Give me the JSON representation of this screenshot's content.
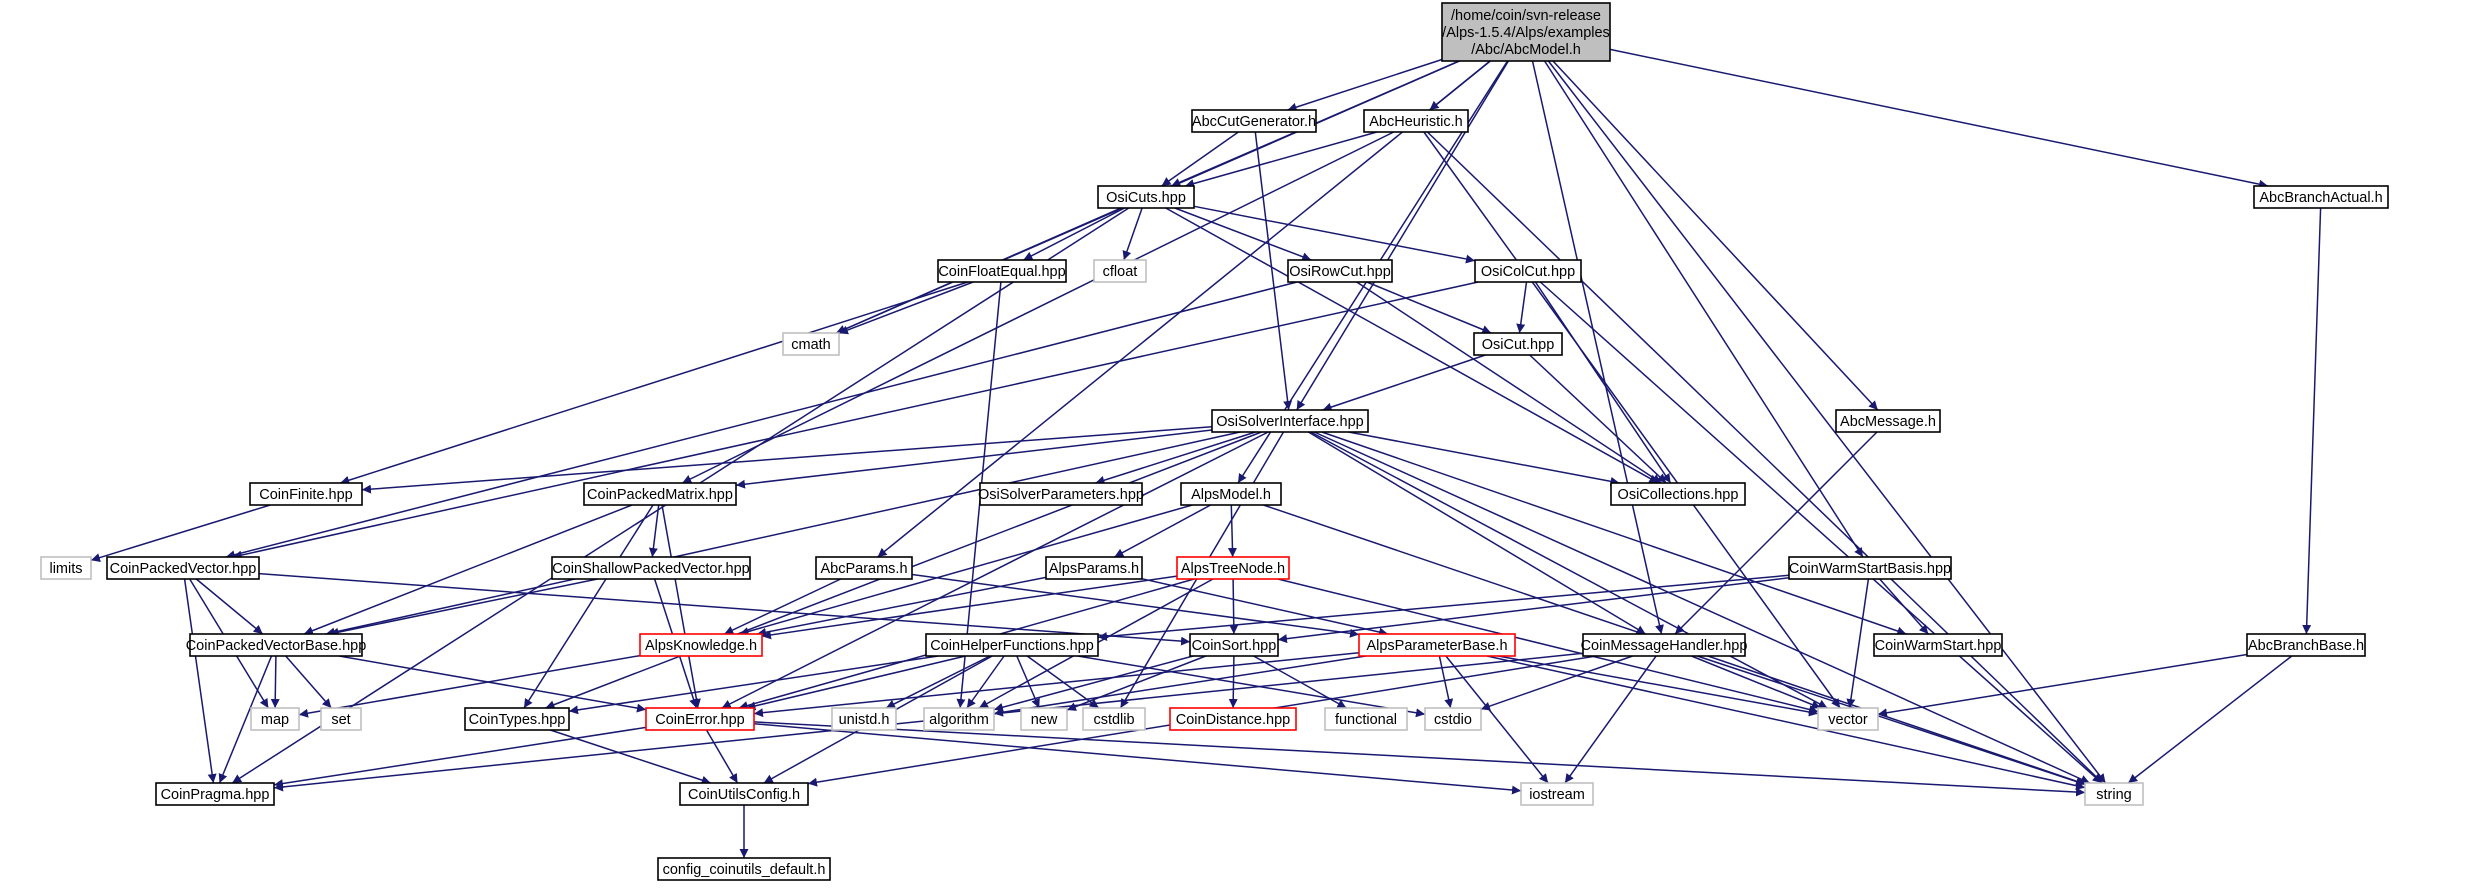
{
  "colors": {
    "edge": "#191970",
    "root_fill": "#bfbfbf",
    "node_border": "#000000",
    "system_border": "#bfbfbf",
    "truncated_border": "#ff0000"
  },
  "nodes": [
    {
      "id": "abcmodel",
      "lines": [
        "/home/coin/svn-release",
        "/Alps-1.5.4/Alps/examples",
        "/Abc/AbcModel.h"
      ],
      "type": "root"
    },
    {
      "id": "abccutgenerator",
      "lines": [
        "AbcCutGenerator.h"
      ],
      "type": "normal"
    },
    {
      "id": "abcheuristic",
      "lines": [
        "AbcHeuristic.h"
      ],
      "type": "normal"
    },
    {
      "id": "abcbranchactual",
      "lines": [
        "AbcBranchActual.h"
      ],
      "type": "normal"
    },
    {
      "id": "osicuts",
      "lines": [
        "OsiCuts.hpp"
      ],
      "type": "normal"
    },
    {
      "id": "coinfloatequal",
      "lines": [
        "CoinFloatEqual.hpp"
      ],
      "type": "normal"
    },
    {
      "id": "cfloat",
      "lines": [
        "cfloat"
      ],
      "type": "system"
    },
    {
      "id": "osirowcut",
      "lines": [
        "OsiRowCut.hpp"
      ],
      "type": "normal"
    },
    {
      "id": "osicolcut",
      "lines": [
        "OsiColCut.hpp"
      ],
      "type": "normal"
    },
    {
      "id": "cmath",
      "lines": [
        "cmath"
      ],
      "type": "system"
    },
    {
      "id": "osicut",
      "lines": [
        "OsiCut.hpp"
      ],
      "type": "normal"
    },
    {
      "id": "osisolverinterface",
      "lines": [
        "OsiSolverInterface.hpp"
      ],
      "type": "normal"
    },
    {
      "id": "abcmessage",
      "lines": [
        "AbcMessage.h"
      ],
      "type": "normal"
    },
    {
      "id": "coinfinite",
      "lines": [
        "CoinFinite.hpp"
      ],
      "type": "normal"
    },
    {
      "id": "coinpackedmatrix",
      "lines": [
        "CoinPackedMatrix.hpp"
      ],
      "type": "normal"
    },
    {
      "id": "osisolverparameters",
      "lines": [
        "OsiSolverParameters.hpp"
      ],
      "type": "normal"
    },
    {
      "id": "alpsmodel",
      "lines": [
        "AlpsModel.h"
      ],
      "type": "normal"
    },
    {
      "id": "osicollections",
      "lines": [
        "OsiCollections.hpp"
      ],
      "type": "normal"
    },
    {
      "id": "limits",
      "lines": [
        "limits"
      ],
      "type": "system"
    },
    {
      "id": "coinpackedvector",
      "lines": [
        "CoinPackedVector.hpp"
      ],
      "type": "normal"
    },
    {
      "id": "coinshallowpackedvector",
      "lines": [
        "CoinShallowPackedVector.hpp"
      ],
      "type": "normal"
    },
    {
      "id": "abcparams",
      "lines": [
        "AbcParams.h"
      ],
      "type": "normal"
    },
    {
      "id": "alpsparams",
      "lines": [
        "AlpsParams.h"
      ],
      "type": "normal"
    },
    {
      "id": "alpstreenode",
      "lines": [
        "AlpsTreeNode.h"
      ],
      "type": "truncated"
    },
    {
      "id": "coinwarmstartbasis",
      "lines": [
        "CoinWarmStartBasis.hpp"
      ],
      "type": "normal"
    },
    {
      "id": "coinpackedvectorbase",
      "lines": [
        "CoinPackedVectorBase.hpp"
      ],
      "type": "normal"
    },
    {
      "id": "alpsknowledge",
      "lines": [
        "AlpsKnowledge.h"
      ],
      "type": "truncated"
    },
    {
      "id": "coinhelperfunctions",
      "lines": [
        "CoinHelperFunctions.hpp"
      ],
      "type": "normal"
    },
    {
      "id": "coinsort",
      "lines": [
        "CoinSort.hpp"
      ],
      "type": "normal"
    },
    {
      "id": "alpsparameterbase",
      "lines": [
        "AlpsParameterBase.h"
      ],
      "type": "truncated"
    },
    {
      "id": "coinmessagehandler",
      "lines": [
        "CoinMessageHandler.hpp"
      ],
      "type": "normal"
    },
    {
      "id": "coinwarmstart",
      "lines": [
        "CoinWarmStart.hpp"
      ],
      "type": "normal"
    },
    {
      "id": "abcbranchbase",
      "lines": [
        "AbcBranchBase.h"
      ],
      "type": "normal"
    },
    {
      "id": "map",
      "lines": [
        "map"
      ],
      "type": "system"
    },
    {
      "id": "set",
      "lines": [
        "set"
      ],
      "type": "system"
    },
    {
      "id": "cointypes",
      "lines": [
        "CoinTypes.hpp"
      ],
      "type": "normal"
    },
    {
      "id": "coinerror",
      "lines": [
        "CoinError.hpp"
      ],
      "type": "truncated"
    },
    {
      "id": "unistd",
      "lines": [
        "unistd.h"
      ],
      "type": "system"
    },
    {
      "id": "algorithm",
      "lines": [
        "algorithm"
      ],
      "type": "system"
    },
    {
      "id": "new",
      "lines": [
        "new"
      ],
      "type": "system"
    },
    {
      "id": "cstdlib",
      "lines": [
        "cstdlib"
      ],
      "type": "system"
    },
    {
      "id": "coindistance",
      "lines": [
        "CoinDistance.hpp"
      ],
      "type": "truncated"
    },
    {
      "id": "functional",
      "lines": [
        "functional"
      ],
      "type": "system"
    },
    {
      "id": "cstdio",
      "lines": [
        "cstdio"
      ],
      "type": "system"
    },
    {
      "id": "vector",
      "lines": [
        "vector"
      ],
      "type": "system"
    },
    {
      "id": "coinpragma",
      "lines": [
        "CoinPragma.hpp"
      ],
      "type": "normal"
    },
    {
      "id": "coinutilsconfig",
      "lines": [
        "CoinUtilsConfig.h"
      ],
      "type": "normal"
    },
    {
      "id": "iostream",
      "lines": [
        "iostream"
      ],
      "type": "system"
    },
    {
      "id": "string",
      "lines": [
        "string"
      ],
      "type": "system"
    },
    {
      "id": "configcoinutils",
      "lines": [
        "config_coinutils_default.h"
      ],
      "type": "normal"
    }
  ],
  "edges": [
    [
      "abcmodel",
      "abccutgenerator"
    ],
    [
      "abcmodel",
      "abcheuristic"
    ],
    [
      "abcmodel",
      "abcbranchactual"
    ],
    [
      "abcmodel",
      "osicuts"
    ],
    [
      "abcmodel",
      "cmath"
    ],
    [
      "abcmodel",
      "osisolverinterface"
    ],
    [
      "abcmodel",
      "abcmessage"
    ],
    [
      "abcmodel",
      "alpsmodel"
    ],
    [
      "abcmodel",
      "abcparams"
    ],
    [
      "abcmodel",
      "coinwarmstartbasis"
    ],
    [
      "abcmodel",
      "coinmessagehandler"
    ],
    [
      "abcmodel",
      "string"
    ],
    [
      "abccutgenerator",
      "osicuts"
    ],
    [
      "abccutgenerator",
      "osisolverinterface"
    ],
    [
      "abcheuristic",
      "osicuts"
    ],
    [
      "abcheuristic",
      "coinpackedmatrix"
    ],
    [
      "abcheuristic",
      "vector"
    ],
    [
      "abcheuristic",
      "string"
    ],
    [
      "abcbranchactual",
      "abcbranchbase"
    ],
    [
      "osicuts",
      "coinfloatequal"
    ],
    [
      "osicuts",
      "cfloat"
    ],
    [
      "osicuts",
      "osirowcut"
    ],
    [
      "osicuts",
      "osicolcut"
    ],
    [
      "osicuts",
      "cmath"
    ],
    [
      "osicuts",
      "osicollections"
    ],
    [
      "osicuts",
      "coinpragma"
    ],
    [
      "coinfloatequal",
      "cmath"
    ],
    [
      "coinfloatequal",
      "coinfinite"
    ],
    [
      "coinfloatequal",
      "algorithm"
    ],
    [
      "osirowcut",
      "osicut"
    ],
    [
      "osirowcut",
      "osicollections"
    ],
    [
      "osirowcut",
      "coinpackedvector"
    ],
    [
      "osicolcut",
      "osicut"
    ],
    [
      "osicolcut",
      "osicollections"
    ],
    [
      "osicolcut",
      "coinpackedvector"
    ],
    [
      "osicolcut",
      "string"
    ],
    [
      "osicut",
      "osisolverinterface"
    ],
    [
      "osicut",
      "osicollections"
    ],
    [
      "osisolverinterface",
      "coinfinite"
    ],
    [
      "osisolverinterface",
      "coinpackedmatrix"
    ],
    [
      "osisolverinterface",
      "osisolverparameters"
    ],
    [
      "osisolverinterface",
      "osicollections"
    ],
    [
      "osisolverinterface",
      "coinpackedvectorbase"
    ],
    [
      "osisolverinterface",
      "cointypes"
    ],
    [
      "osisolverinterface",
      "coinerror"
    ],
    [
      "osisolverinterface",
      "coinwarmstart"
    ],
    [
      "osisolverinterface",
      "coinmessagehandler"
    ],
    [
      "osisolverinterface",
      "cstdlib"
    ],
    [
      "osisolverinterface",
      "vector"
    ],
    [
      "osisolverinterface",
      "string"
    ],
    [
      "abcmessage",
      "coinmessagehandler"
    ],
    [
      "coinfinite",
      "limits"
    ],
    [
      "coinpackedmatrix",
      "coinshallowpackedvector"
    ],
    [
      "coinpackedmatrix",
      "coinpackedvectorbase"
    ],
    [
      "coinpackedmatrix",
      "cointypes"
    ],
    [
      "coinpackedmatrix",
      "coinerror"
    ],
    [
      "alpsmodel",
      "alpsparams"
    ],
    [
      "alpsmodel",
      "alpstreenode"
    ],
    [
      "alpsmodel",
      "alpsknowledge"
    ],
    [
      "alpsmodel",
      "string"
    ],
    [
      "coinpackedvector",
      "coinpackedvectorbase"
    ],
    [
      "coinpackedvector",
      "coinsort"
    ],
    [
      "coinpackedvector",
      "map"
    ],
    [
      "coinpackedvector",
      "coinpragma"
    ],
    [
      "coinshallowpackedvector",
      "coinpackedvectorbase"
    ],
    [
      "coinshallowpackedvector",
      "coinerror"
    ],
    [
      "abcparams",
      "alpsknowledge"
    ],
    [
      "abcparams",
      "alpsparameterbase"
    ],
    [
      "alpsparams",
      "alpsknowledge"
    ],
    [
      "alpsparams",
      "alpsparameterbase"
    ],
    [
      "alpstreenode",
      "alpsknowledge"
    ],
    [
      "alpstreenode",
      "coinsort"
    ],
    [
      "alpstreenode",
      "coinerror"
    ],
    [
      "alpstreenode",
      "algorithm"
    ],
    [
      "alpstreenode",
      "vector"
    ],
    [
      "coinwarmstartbasis",
      "coinwarmstart"
    ],
    [
      "coinwarmstartbasis",
      "coinsort"
    ],
    [
      "coinwarmstartbasis",
      "coinhelperfunctions"
    ],
    [
      "coinwarmstartbasis",
      "vector"
    ],
    [
      "coinpackedvectorbase",
      "coinerror"
    ],
    [
      "coinpackedvectorbase",
      "map"
    ],
    [
      "coinpackedvectorbase",
      "set"
    ],
    [
      "coinpackedvectorbase",
      "coinpragma"
    ],
    [
      "alpsknowledge",
      "map"
    ],
    [
      "coinhelperfunctions",
      "cointypes"
    ],
    [
      "coinhelperfunctions",
      "coinerror"
    ],
    [
      "coinhelperfunctions",
      "unistd"
    ],
    [
      "coinhelperfunctions",
      "algorithm"
    ],
    [
      "coinhelperfunctions",
      "new"
    ],
    [
      "coinhelperfunctions",
      "cstdlib"
    ],
    [
      "coinhelperfunctions",
      "cstdio"
    ],
    [
      "coinhelperfunctions",
      "coinutilsconfig"
    ],
    [
      "coinsort",
      "coindistance"
    ],
    [
      "coinsort",
      "functional"
    ],
    [
      "coinsort",
      "new"
    ],
    [
      "coinsort",
      "algorithm"
    ],
    [
      "alpsparameterbase",
      "coinerror"
    ],
    [
      "alpsparameterbase",
      "cstdio"
    ],
    [
      "alpsparameterbase",
      "iostream"
    ],
    [
      "alpsparameterbase",
      "vector"
    ],
    [
      "alpsparameterbase",
      "string"
    ],
    [
      "alpsparameterbase",
      "algorithm"
    ],
    [
      "coinmessagehandler",
      "coinutilsconfig"
    ],
    [
      "coinmessagehandler",
      "coinpragma"
    ],
    [
      "coinmessagehandler",
      "iostream"
    ],
    [
      "coinmessagehandler",
      "cstdio"
    ],
    [
      "coinmessagehandler",
      "string"
    ],
    [
      "coinmessagehandler",
      "vector"
    ],
    [
      "abcbranchbase",
      "vector"
    ],
    [
      "abcbranchbase",
      "string"
    ],
    [
      "cointypes",
      "coinutilsconfig"
    ],
    [
      "coinerror",
      "coinutilsconfig"
    ],
    [
      "coinerror",
      "coinpragma"
    ],
    [
      "coinerror",
      "iostream"
    ],
    [
      "coinerror",
      "string"
    ],
    [
      "coinutilsconfig",
      "configcoinutils"
    ]
  ]
}
